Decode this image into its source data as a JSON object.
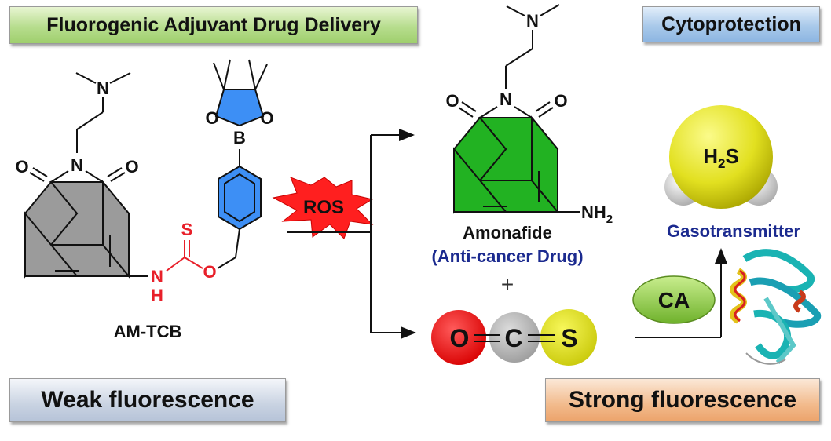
{
  "banners": {
    "top": "Fluorogenic Adjuvant  Drug Delivery",
    "cyto": "Cytoprotection",
    "weak": "Weak fluorescence",
    "strong": "Strong fluorescence"
  },
  "probe": {
    "name": "AM-TCB",
    "atoms": {
      "n_dimethyl": "N",
      "n_imide": "N",
      "o_left": "O",
      "o_right": "O",
      "thio_s": "S",
      "nh_n": "N",
      "nh_h": "H",
      "ester_o": "O",
      "boron": "B",
      "b_o_left": "O",
      "b_o_right": "O"
    }
  },
  "trigger": "ROS",
  "product": {
    "name": "Amonafide",
    "subtitle": "(Anti-cancer Drug)",
    "atoms": {
      "n_dimethyl": "N",
      "n_imide": "N",
      "o_left": "O",
      "o_right": "O",
      "amine": "NH",
      "amine_sub": "2"
    }
  },
  "plus": "+",
  "cos": {
    "o": "O",
    "c": "C",
    "s": "S"
  },
  "enzyme": "CA",
  "h2s": {
    "h": "H",
    "sub": "2",
    "s": "S"
  },
  "gasotransmitter": "Gasotransmitter",
  "colors": {
    "naphthalimide_gray": "#9b9b9b",
    "naphthalimide_green": "#22b222",
    "boronate_blue": "#3d8ff5",
    "red_text": "#e8202a",
    "navy_text": "#1b2a8f",
    "ros_red": "#ff1f1f",
    "o_atom": "#ee1111",
    "c_atom": "#b5b5b5",
    "s_atom": "#e3e31a",
    "ca_green": "#8ccc4a"
  },
  "icons": [
    "explosion-burst",
    "protein-ribbon",
    "h2s-molecule"
  ]
}
